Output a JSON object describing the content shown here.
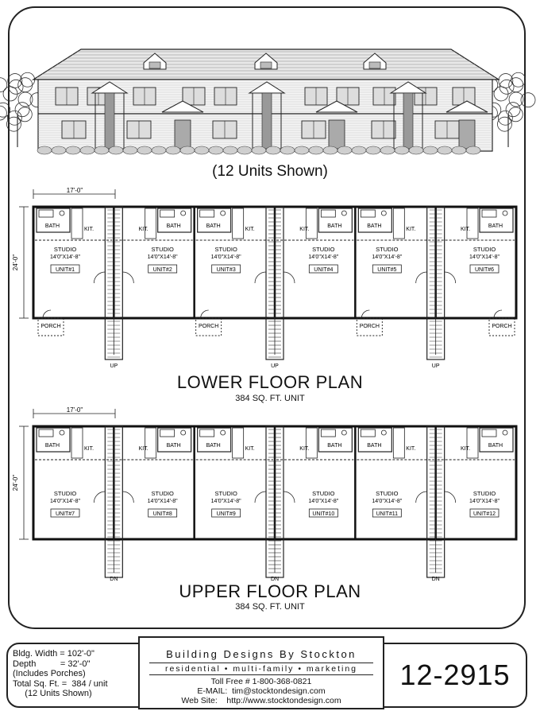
{
  "elevation": {
    "caption": "(12 Units Shown)"
  },
  "lower_plan": {
    "title": "LOWER FLOOR PLAN",
    "subtitle": "384 SQ. FT. UNIT",
    "dim_width": "17'-0\"",
    "dim_depth": "24'-0\"",
    "units": [
      {
        "room": "STUDIO",
        "size": "14'0\"X14'-8\"",
        "label": "UNIT#1"
      },
      {
        "room": "STUDIO",
        "size": "14'0\"X14'-8\"",
        "label": "UNIT#2"
      },
      {
        "room": "STUDIO",
        "size": "14'0\"X14'-8\"",
        "label": "UNIT#3"
      },
      {
        "room": "STUDIO",
        "size": "14'0\"X14'-8\"",
        "label": "UNIT#4"
      },
      {
        "room": "STUDIO",
        "size": "14'0\"X14'-8\"",
        "label": "UNIT#5"
      },
      {
        "room": "STUDIO",
        "size": "14'0\"X14'-8\"",
        "label": "UNIT#6"
      }
    ],
    "bath": "BATH",
    "kit": "KIT.",
    "porch": "PORCH",
    "stair": "UP"
  },
  "upper_plan": {
    "title": "UPPER FLOOR PLAN",
    "subtitle": "384 SQ. FT. UNIT",
    "dim_width": "17'-0\"",
    "dim_depth": "24'-0\"",
    "units": [
      {
        "room": "STUDIO",
        "size": "14'0\"X14'-8\"",
        "label": "UNIT#7"
      },
      {
        "room": "STUDIO",
        "size": "14'0\"X14'-8\"",
        "label": "UNIT#8"
      },
      {
        "room": "STUDIO",
        "size": "14'0\"X14'-8\"",
        "label": "UNIT#9"
      },
      {
        "room": "STUDIO",
        "size": "14'0\"X14'-8\"",
        "label": "UNIT#10"
      },
      {
        "room": "STUDIO",
        "size": "14'0\"X14'-8\"",
        "label": "UNIT#11"
      },
      {
        "room": "STUDIO",
        "size": "14'0\"X14'-8\"",
        "label": "UNIT#12"
      }
    ],
    "bath": "BATH",
    "kit": "KIT.",
    "stair": "DN"
  },
  "title_block": {
    "specs": [
      "Bldg. Width = 102'-0\"",
      "Depth          = 32'-0\"",
      "(Includes Porches)",
      "Total Sq. Ft. =  384 / unit",
      "     (12 Units Shown)"
    ],
    "company": "Building Designs By Stockton",
    "tagline": "residential • multi-family • marketing",
    "tollfree": "Toll Free # 1-800-368-0821",
    "email": "E-MAIL:  tim@stocktondesign.com",
    "website": "Web Site:    http://www.stocktondesign.com",
    "plan_number": "12-2915"
  }
}
